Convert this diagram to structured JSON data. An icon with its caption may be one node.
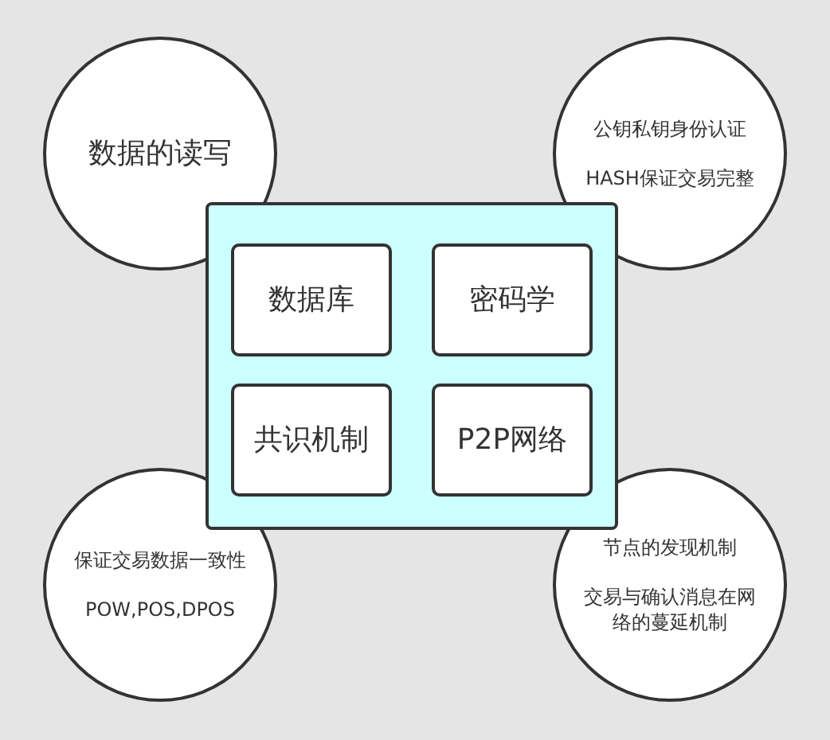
{
  "diagram": {
    "nodes": [
      {
        "text": [
          "数据的读写"
        ]
      },
      {
        "text": [
          "公钥私钥身份认证",
          "HASH保证交易完整"
        ]
      },
      {
        "text": [],
        "shape": "box"
      },
      {
        "text": [
          "数据库"
        ],
        "in": 2
      },
      {
        "text": [
          "密码学"
        ],
        "in": 2
      },
      {
        "text": [
          "共识机制"
        ],
        "in": 2
      },
      {
        "text": [
          "P2P网络"
        ],
        "in": 2
      },
      {
        "text": [
          "保证交易数据一致性",
          "POW,POS,DPOS"
        ]
      },
      {
        "text": [
          "节点的发现机制",
          "交易与确认消息在网络的蔓延机制"
        ]
      }
    ],
    "edges": []
  }
}
